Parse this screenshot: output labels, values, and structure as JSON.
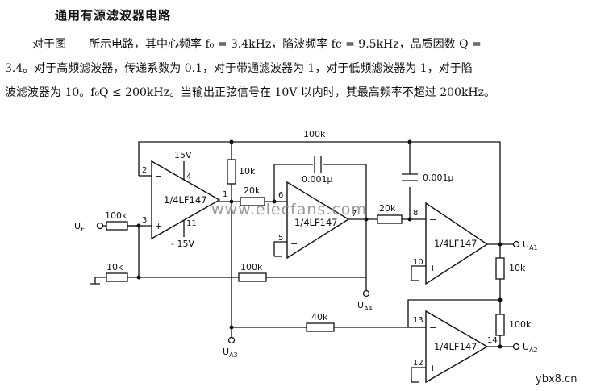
{
  "title": "通用有源滤波器电路",
  "description": {
    "line1": "对于图　　所示电路，其中心频率 f₀ = 3.4kHz，陷波频率 fc = 9.5kHz，品质因数 Q =",
    "line2": "3.4。对于高频滤波器，传递系数为 0.1，对于带通滤波器为 1，对于低频滤波器为 1，对于陷",
    "line3": "波滤波器为 10。f₀Q ≤ 200kHz。当输出正弦信号在 10V 以内时，其最高频率不超过 200kHz。"
  },
  "circuit": {
    "opamp_label": "1/4LF147",
    "supply_pos": "15V",
    "supply_neg": "- 15V",
    "input_label": "U",
    "input_sub": "E",
    "resistors": {
      "r_in": "100k",
      "r_gnd": "10k",
      "r_fb1": "100k",
      "r_top": "100k",
      "r_vert": "10k",
      "r_a1": "20k",
      "r_a2": "20k",
      "r_a1_a2": "10k",
      "r_40k": "40k",
      "r_out4": "100k"
    },
    "capacitors": {
      "c1": "0.001μ",
      "c2": "0.001μ"
    },
    "pins": [
      "2",
      "3",
      "4",
      "11",
      "1",
      "6",
      "5",
      "7",
      "8",
      "10",
      "13",
      "12",
      "14"
    ],
    "outputs": {
      "ua1": "U",
      "ua1_sub": "A1",
      "ua2": "U",
      "ua2_sub": "A2",
      "ua3": "U",
      "ua3_sub": "A3",
      "ua4": "U",
      "ua4_sub": "A4"
    }
  },
  "watermark": "www.elecfans.com",
  "corner_mark": "ybx8.cn"
}
